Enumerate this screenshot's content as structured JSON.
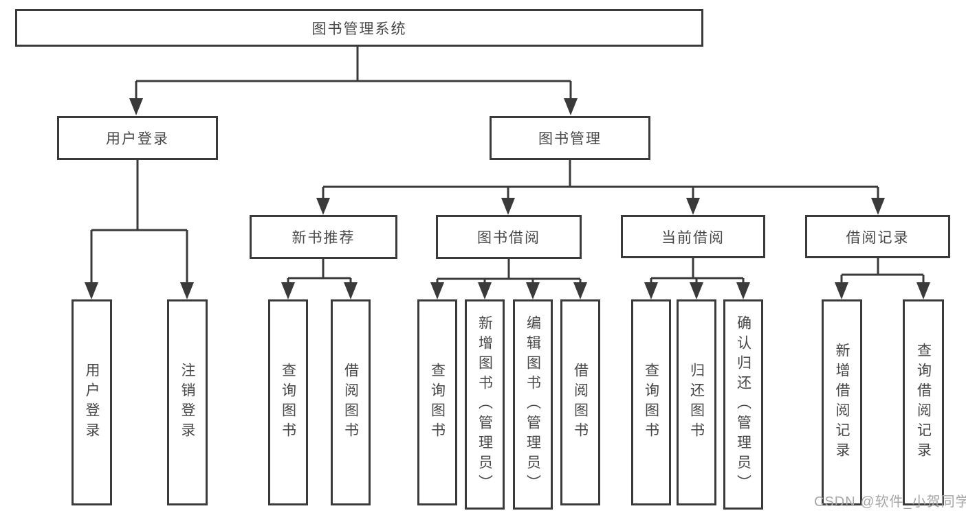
{
  "diagram": {
    "title": "图书管理系统",
    "nodes": {
      "root": "图书管理系统",
      "user_login": "用户登录",
      "book_mgmt": "图书管理",
      "new_book_rec": "新书推荐",
      "book_borrow": "图书借阅",
      "current_borrow": "当前借阅",
      "borrow_record": "借阅记录",
      "ul_user_login": "用户登录",
      "ul_logout": "注销登录",
      "nb_query_book": "查询图书",
      "nb_borrow_book": "借阅图书",
      "bb_query_book": "查询图书",
      "bb_add_book": "新增图书（管理员）",
      "bb_edit_book": "编辑图书（管理员）",
      "bb_borrow_book": "借阅图书",
      "cb_query_book": "查询图书",
      "cb_return_book": "归还图书",
      "cb_confirm_return": "确认归还（管理员）",
      "br_add_record": "新增借阅记录",
      "br_query_record": "查询借阅记录"
    },
    "hierarchy": {
      "图书管理系统": {
        "用户登录": [
          "用户登录",
          "注销登录"
        ],
        "图书管理": {
          "新书推荐": [
            "查询图书",
            "借阅图书"
          ],
          "图书借阅": [
            "查询图书",
            "新增图书（管理员）",
            "编辑图书（管理员）",
            "借阅图书"
          ],
          "当前借阅": [
            "查询图书",
            "归还图书",
            "确认归还（管理员）"
          ],
          "借阅记录": [
            "新增借阅记录",
            "查询借阅记录"
          ]
        }
      }
    }
  },
  "watermark": "CSDN @软件_小贺同学",
  "colors": {
    "line": "#3a3a3a",
    "text": "#474747",
    "watermark": "#a6a6a6",
    "background": "#ffffff"
  }
}
